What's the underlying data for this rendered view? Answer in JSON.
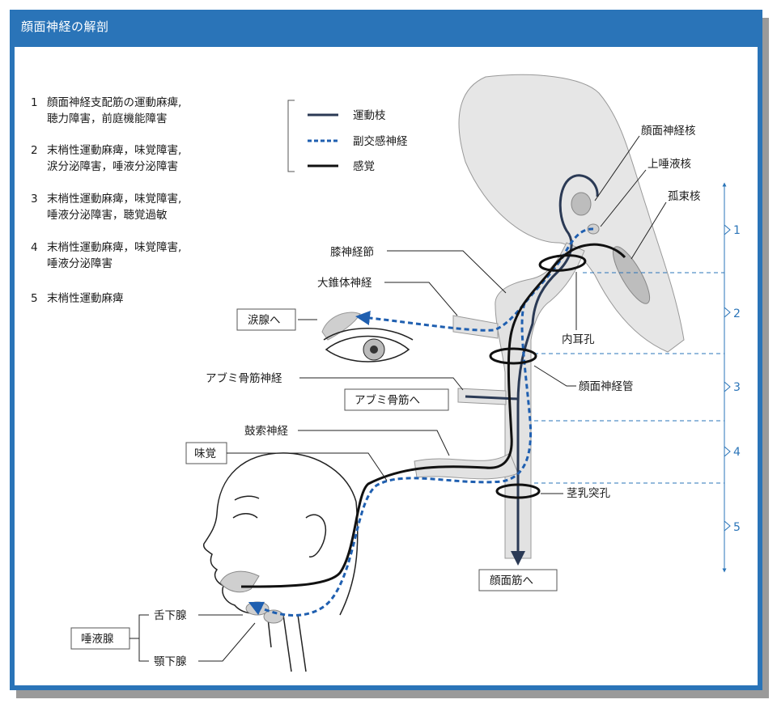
{
  "title": "顔面神経の解剖",
  "lesions": [
    {
      "num": "1",
      "line1": "顔面神経支配筋の運動麻痺,",
      "line2": "聴力障害，前庭機能障害"
    },
    {
      "num": "2",
      "line1": "末梢性運動麻痺，味覚障害,",
      "line2": "涙分泌障害，唾液分泌障害"
    },
    {
      "num": "3",
      "line1": "末梢性運動麻痺，味覚障害,",
      "line2": "唾液分泌障害，聴覚過敏"
    },
    {
      "num": "4",
      "line1": "末梢性運動麻痺，味覚障害,",
      "line2": "唾液分泌障害"
    },
    {
      "num": "5",
      "line1": "末梢性運動麻痺",
      "line2": ""
    }
  ],
  "legend": {
    "motor": "運動枝",
    "parasympathetic": "副交感神経",
    "sensory": "感覚"
  },
  "labels": {
    "facial_nucleus": "顔面神経核",
    "superior_salivatory": "上唾液核",
    "solitary_nucleus": "孤束核",
    "geniculate": "膝神経節",
    "greater_petrosal": "大錐体神経",
    "internal_acoustic": "内耳孔",
    "facial_canal": "顔面神経管",
    "stapedius_nerve": "アブミ骨筋神経",
    "chorda_tympani": "鼓索神経",
    "stylomastoid": "茎乳突孔",
    "to_lacrimal": "涙腺へ",
    "to_stapedius": "アブミ骨筋へ",
    "taste": "味覚",
    "to_facial_muscles": "顔面筋へ",
    "sublingual": "舌下腺",
    "submandibular": "顎下腺",
    "salivary": "唾液腺"
  },
  "segments": [
    "1",
    "2",
    "3",
    "4",
    "5"
  ],
  "colors": {
    "frame": "#2a74b8",
    "motor": "#2b3a55",
    "parasympathetic": "#1f5fb0",
    "sensory": "#111111",
    "structure": "#d6d6d6"
  }
}
